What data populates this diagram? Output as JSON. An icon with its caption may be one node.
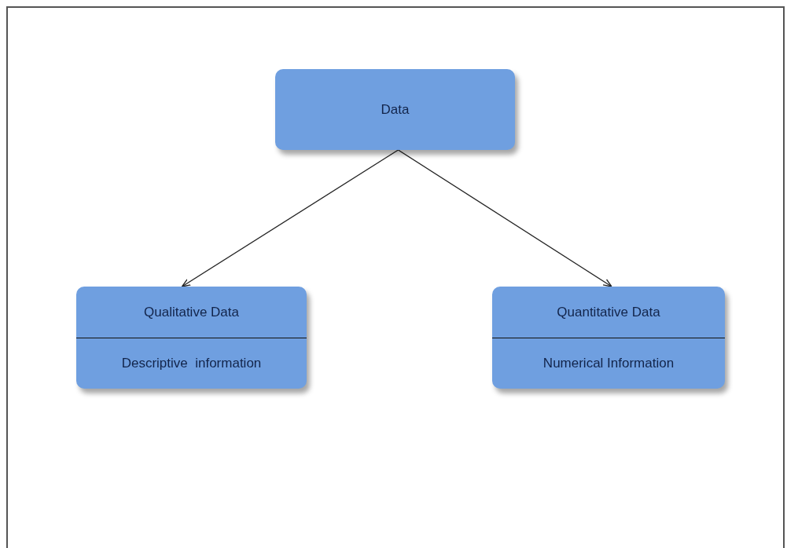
{
  "diagram": {
    "nodes": [
      {
        "text": [
          "Data"
        ]
      },
      {
        "text": [
          "Qualitative Data",
          "Descriptive  information"
        ]
      },
      {
        "text": [
          "Quantitative Data",
          "Numerical Information"
        ]
      }
    ],
    "edges": [
      {
        "from": 0,
        "to": 1,
        "arrow": "to"
      },
      {
        "from": 0,
        "to": 2,
        "arrow": "to"
      }
    ]
  }
}
